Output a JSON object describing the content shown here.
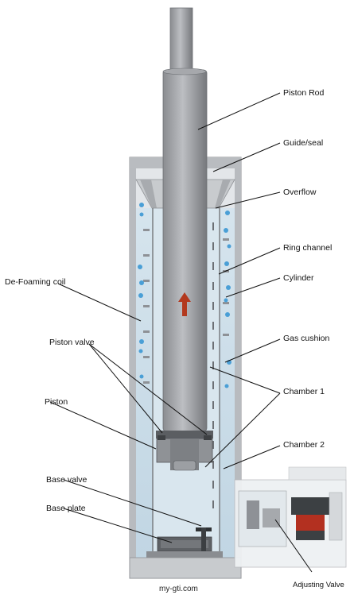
{
  "diagram": {
    "labels": {
      "piston_rod": "Piston Rod",
      "guide_seal": "Guide/seal",
      "overflow": "Overflow",
      "ring_channel": "Ring channel",
      "cylinder": "Cylinder",
      "de_foaming_coil": "De-Foaming coil",
      "piston_valve": "Piston valve",
      "gas_cushion": "Gas cushion",
      "chamber_1": "Chamber 1",
      "piston": "Piston",
      "chamber_2": "Chamber 2",
      "base_valve": "Base valve",
      "base_plate": "Base plate",
      "adjusting_valve": "Adjusting Valve"
    },
    "watermark": "my-gti.com"
  },
  "colors": {
    "fluid": "#c9dce8",
    "fluid_dark": "#aac5d8",
    "metal_light": "#c4c6c9",
    "metal_mid": "#9a9ca0",
    "metal_dark": "#6f7276",
    "bubble": "#4a9fd6",
    "arrow": "#b3391e"
  }
}
